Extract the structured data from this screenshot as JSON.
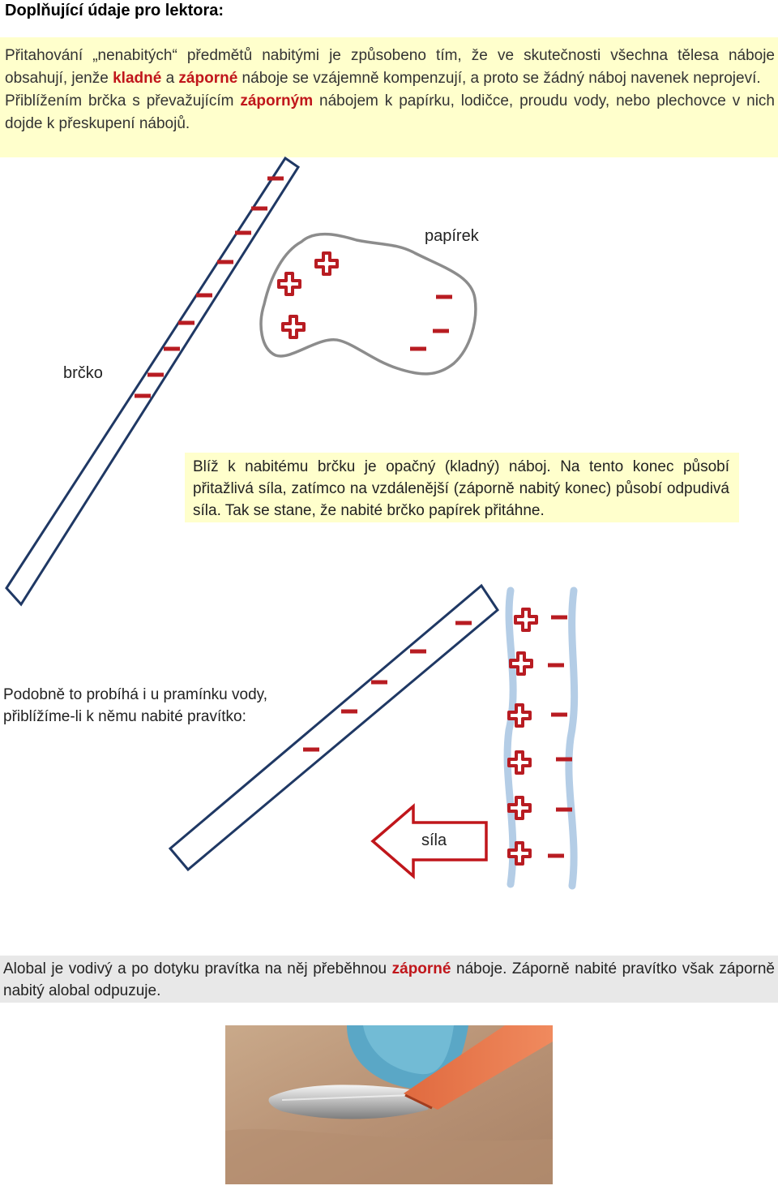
{
  "title": "Doplňující údaje pro lektora:",
  "intro": {
    "p1_a": "Přitahování „nenabitých“ předmětů nabitými je způsobeno tím, že ve skutečnosti všechna tělesa náboje obsahují, jenže ",
    "p1_kladne": "kladné",
    "p1_b": " a ",
    "p1_zaporne": "záporné",
    "p1_c": " náboje se vzájemně kompenzují, a proto se žádný náboj navenek neprojeví.",
    "p2_a": "Přiblížením brčka s převažujícím ",
    "p2_zapornym": "záporným",
    "p2_b": " nábojem k papírku, lodičce, proudu vody, nebo plechovce v nich dojde  k přeskupení nábojů."
  },
  "diagram1": {
    "label_papirek": "papírek",
    "label_brcko": "brčko",
    "note": "Blíž k nabitému brčku je opačný (kladný) náboj. Na tento konec působí přitažlivá síla, zatímco na vzdálenější (záporně nabitý konec) působí odpudivá síla. Tak se stane, že nabité brčko papírek přitáhne."
  },
  "diagram2": {
    "text": "Podobně to probíhá i u pramínku vody, přiblížíme-li k němu nabité pravítko:",
    "label_sila": "síla"
  },
  "alobal": {
    "a": "Alobal je vodivý a po dotyku pravítka na něj přeběhnou ",
    "zaporne": "záporné",
    "b": " náboje. Záporně nabité pravítko však záporně nabitý alobal odpuzuje."
  },
  "colors": {
    "charge": "#b81c22",
    "straw_outline": "#1f3864",
    "paper_outline": "#8c8c8c",
    "water": "#b4cde6",
    "yellow_bg": "#ffffcc",
    "gray_bg": "#e8e8e8"
  }
}
